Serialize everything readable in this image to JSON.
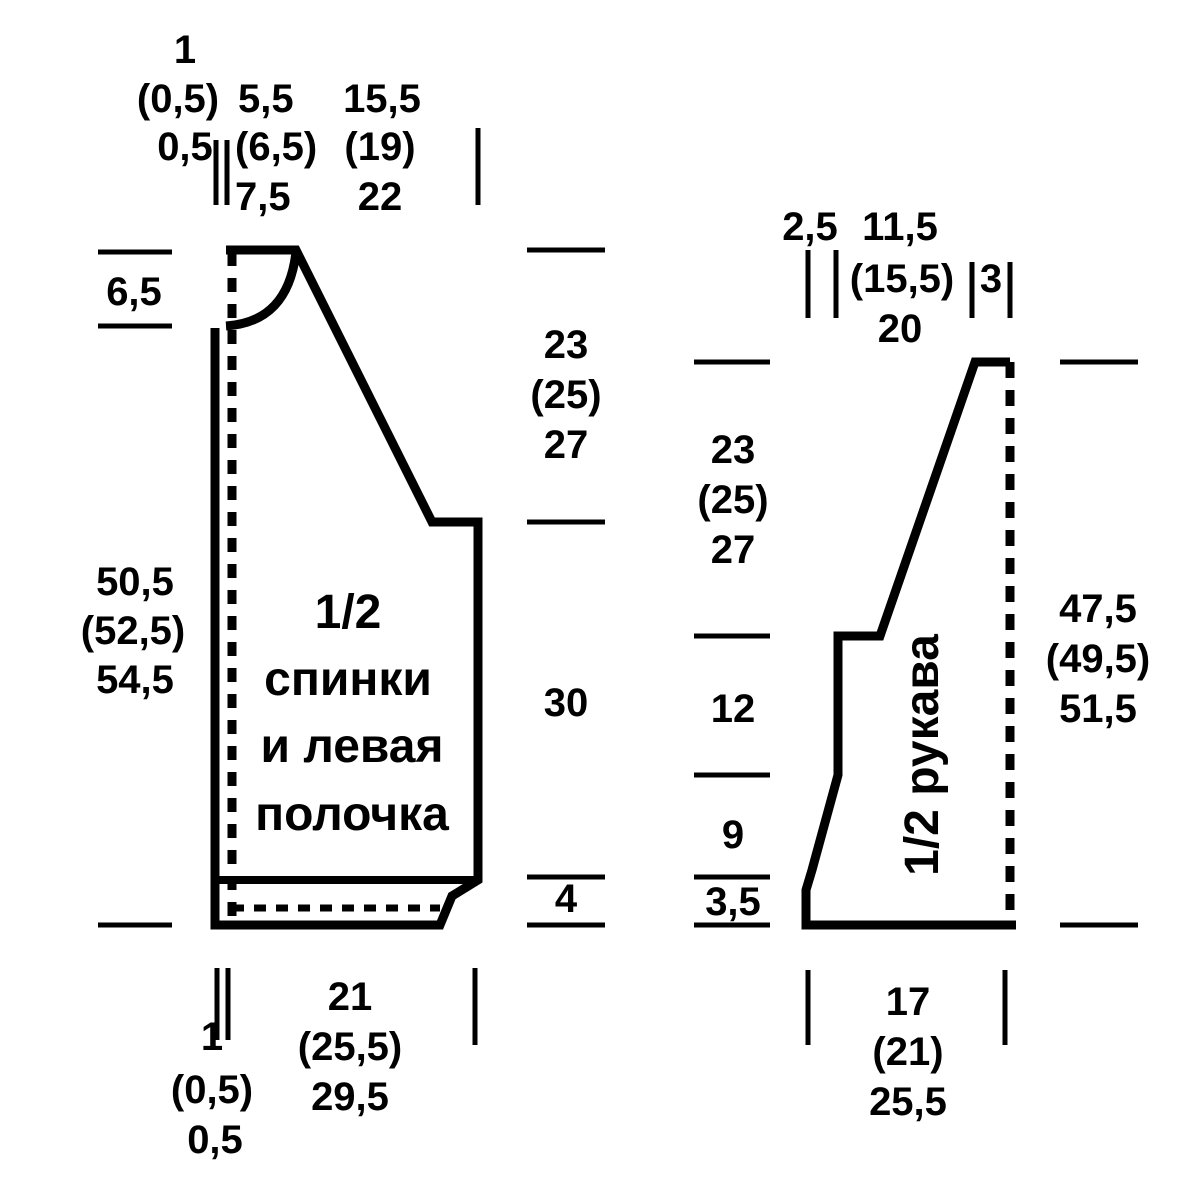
{
  "colors": {
    "ink": "#000000",
    "paper": "#ffffff"
  },
  "body_piece": {
    "name_lines": [
      "1/2",
      "спинки",
      "и левая",
      "полочка"
    ],
    "top": {
      "neck_edge": [
        "1",
        "(0,5)",
        "0,5"
      ],
      "neck_width": [
        "5,5",
        "(6,5)",
        "7,5"
      ],
      "shoulder": [
        "15,5",
        "(19)",
        "22"
      ]
    },
    "left": {
      "neck_depth": "6,5",
      "length": [
        "50,5",
        "(52,5)",
        "54,5"
      ]
    },
    "right": {
      "armhole": [
        "23",
        "(25)",
        "27"
      ],
      "side": "30",
      "band": "4"
    },
    "bottom": {
      "edge": [
        "1",
        "(0,5)",
        "0,5"
      ],
      "width": [
        "21",
        "(25,5)",
        "29,5"
      ]
    }
  },
  "sleeve_piece": {
    "name": "1/2 рукава",
    "top": {
      "left_edge": "2,5",
      "cap": [
        "11,5",
        "(15,5)",
        "20"
      ],
      "right_edge": "3"
    },
    "left": {
      "cap_height": [
        "23",
        "(25)",
        "27"
      ],
      "middle": "12",
      "lower": "9",
      "cuff": "3,5"
    },
    "right": {
      "length": [
        "47,5",
        "(49,5)",
        "51,5"
      ]
    },
    "bottom": {
      "width": [
        "17",
        "(21)",
        "25,5"
      ]
    }
  }
}
